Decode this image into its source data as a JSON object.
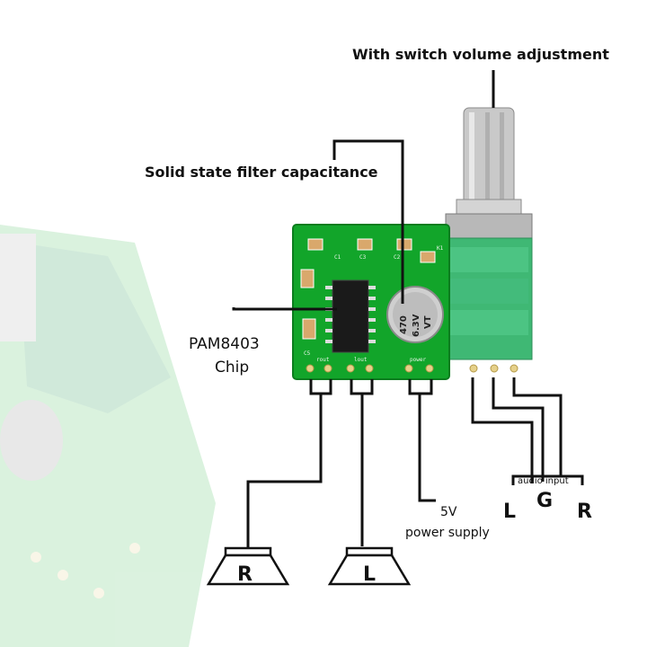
{
  "labels": {
    "volume": "With switch volume adjustment",
    "capacitor": "Solid state filter capacitance",
    "chip_line1": "PAM8403",
    "chip_line2": "Chip",
    "supply_line1": "5V",
    "supply_line2": "power supply",
    "audio_input": "audio input",
    "pin_l": "L",
    "pin_g": "G",
    "pin_r": "R",
    "speaker_right": "R",
    "speaker_left": "L"
  },
  "board": {
    "capacitor_marking_1": "470",
    "capacitor_marking_2": "6.3V",
    "capacitor_marking_3": "VT",
    "silk_rout": "rout",
    "silk_lout": "lout",
    "silk_power": "power",
    "silk_c1": "C1",
    "silk_c2": "C2",
    "silk_c3": "C3",
    "silk_c5": "C5",
    "silk_k1": "K1"
  },
  "colors": {
    "pcb": "#12a52a",
    "pcb_dark": "#0b7d1e",
    "pot_green": "#3fb874",
    "wire": "#111111"
  }
}
